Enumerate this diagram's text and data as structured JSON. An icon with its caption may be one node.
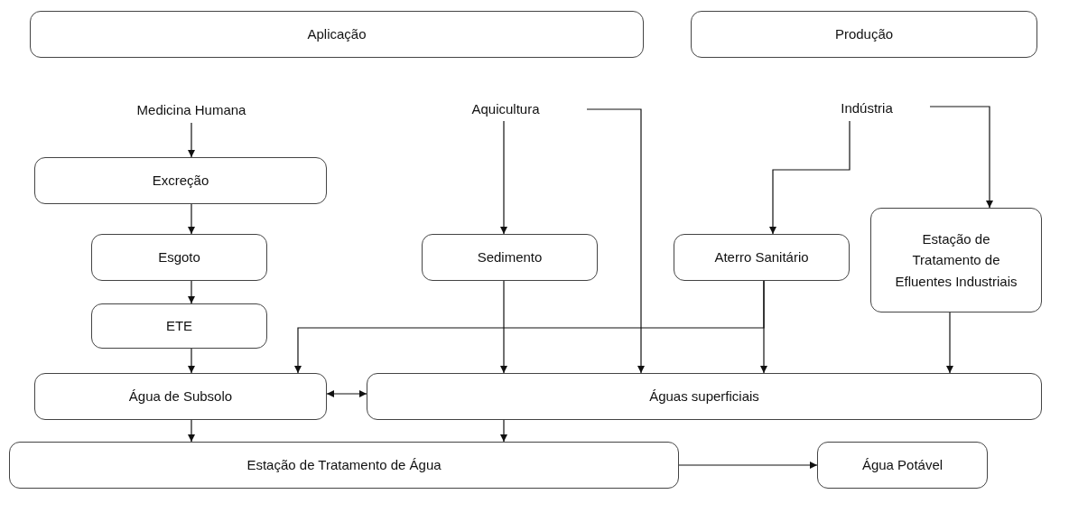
{
  "diagram": {
    "nodes": [
      {
        "text": [
          "Aplicação"
        ]
      },
      {
        "text": [
          "Produção"
        ]
      },
      {
        "text": [
          "Medicina Humana"
        ]
      },
      {
        "text": [
          "Aquicultura"
        ]
      },
      {
        "text": [
          "Indústria"
        ]
      },
      {
        "text": [
          "Excreção"
        ]
      },
      {
        "text": [
          "Esgoto"
        ]
      },
      {
        "text": [
          "Sedimento"
        ]
      },
      {
        "text": [
          "Aterro Sanitário"
        ]
      },
      {
        "text": [
          "ETE"
        ]
      },
      {
        "text": [
          "Estação de Tratamento de Efluentes Industriais"
        ]
      },
      {
        "text": [
          "Água de Subsolo"
        ]
      },
      {
        "text": [
          "Águas superficiais"
        ]
      },
      {
        "text": [
          "Estação de Tratamento de Água"
        ]
      },
      {
        "text": [
          "Água Potável"
        ]
      }
    ],
    "edges": [
      {
        "from": 2,
        "to": 5,
        "arrow": "to"
      },
      {
        "from": 5,
        "to": 6,
        "arrow": "to"
      },
      {
        "from": 6,
        "to": 9,
        "arrow": "to"
      },
      {
        "from": 9,
        "to": 11,
        "arrow": "to"
      },
      {
        "from": 3,
        "to": 7,
        "arrow": "to"
      },
      {
        "from": 3,
        "to": 12,
        "arrow": "to"
      },
      {
        "from": 4,
        "to": 8,
        "arrow": "to"
      },
      {
        "from": 4,
        "to": 10,
        "arrow": "to"
      },
      {
        "from": 7,
        "to": 12,
        "arrow": "to"
      },
      {
        "from": 8,
        "to": 12,
        "arrow": "to"
      },
      {
        "from": 8,
        "to": 11,
        "arrow": "to"
      },
      {
        "from": 10,
        "to": 12,
        "arrow": "to"
      },
      {
        "from": 11,
        "to": 12,
        "arrow": "both"
      },
      {
        "from": 11,
        "to": 13,
        "arrow": "to"
      },
      {
        "from": 12,
        "to": 13,
        "arrow": "to"
      },
      {
        "from": 13,
        "to": 14,
        "arrow": "to"
      }
    ]
  }
}
